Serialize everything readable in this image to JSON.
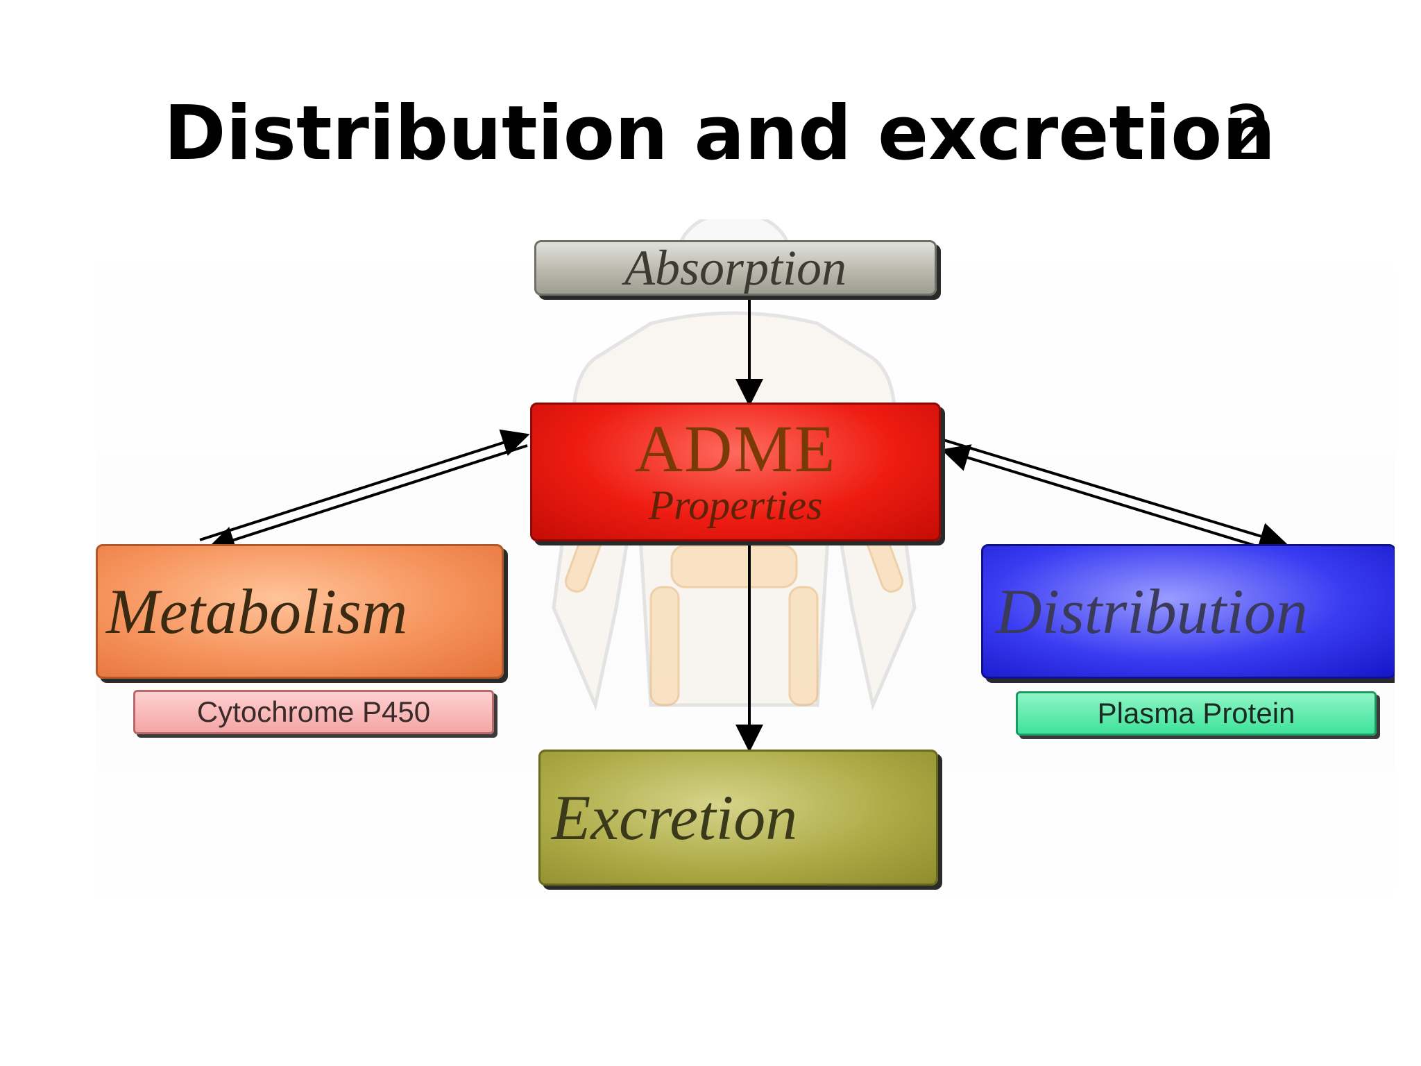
{
  "slide": {
    "title": "Distribution and excretion",
    "number": "2"
  },
  "diagram": {
    "center": {
      "line1": "ADME",
      "line2": "Properties"
    },
    "top": "Absorption",
    "left": "Metabolism",
    "left_sub": "Cytochrome P450",
    "right": "Distribution",
    "right_sub": "Plasma Protein",
    "bottom": "Excretion"
  },
  "colors": {
    "absorption": "#b9b9ae",
    "adme": "#ee1c12",
    "metabolism": "#f6935c",
    "cytochrome": "#f4a6a6",
    "distribution": "#3a3cf2",
    "plasma_protein": "#3ee39b",
    "excretion": "#aeac48",
    "arrow": "#000000"
  }
}
